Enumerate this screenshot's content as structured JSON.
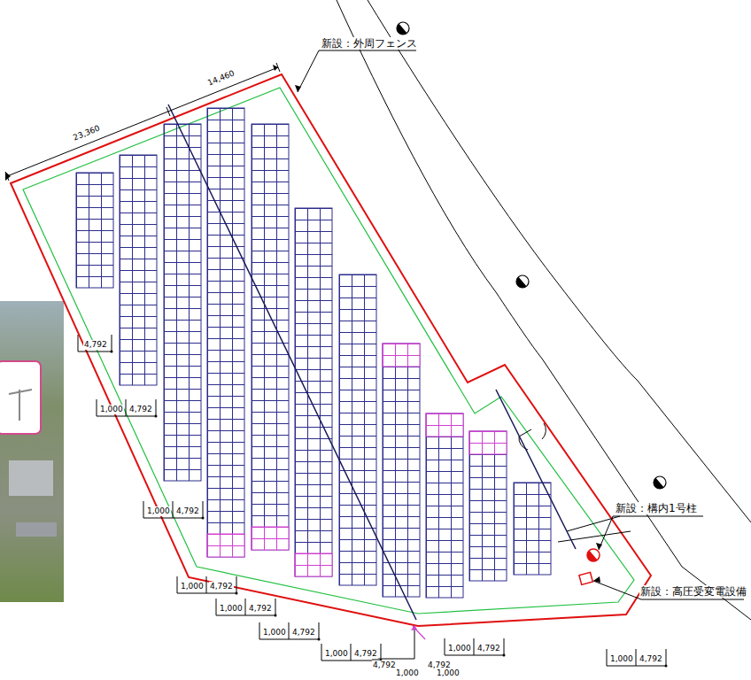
{
  "diagram": {
    "labels": [
      "新設：外周フェンス",
      "23,360",
      "14,460",
      "4,792",
      "1,000",
      "4,792",
      "1,000",
      "4,792",
      "1,000",
      "4,792",
      "1,000",
      "4,792",
      "1,000",
      "4,792",
      "1,000",
      "4,792",
      "4,792",
      "1,000",
      "4,792",
      "1,000",
      "1,000",
      "4,792",
      "1,000",
      "4,792",
      "新設：構内1号柱",
      "新設：高圧受変電設備"
    ]
  }
}
